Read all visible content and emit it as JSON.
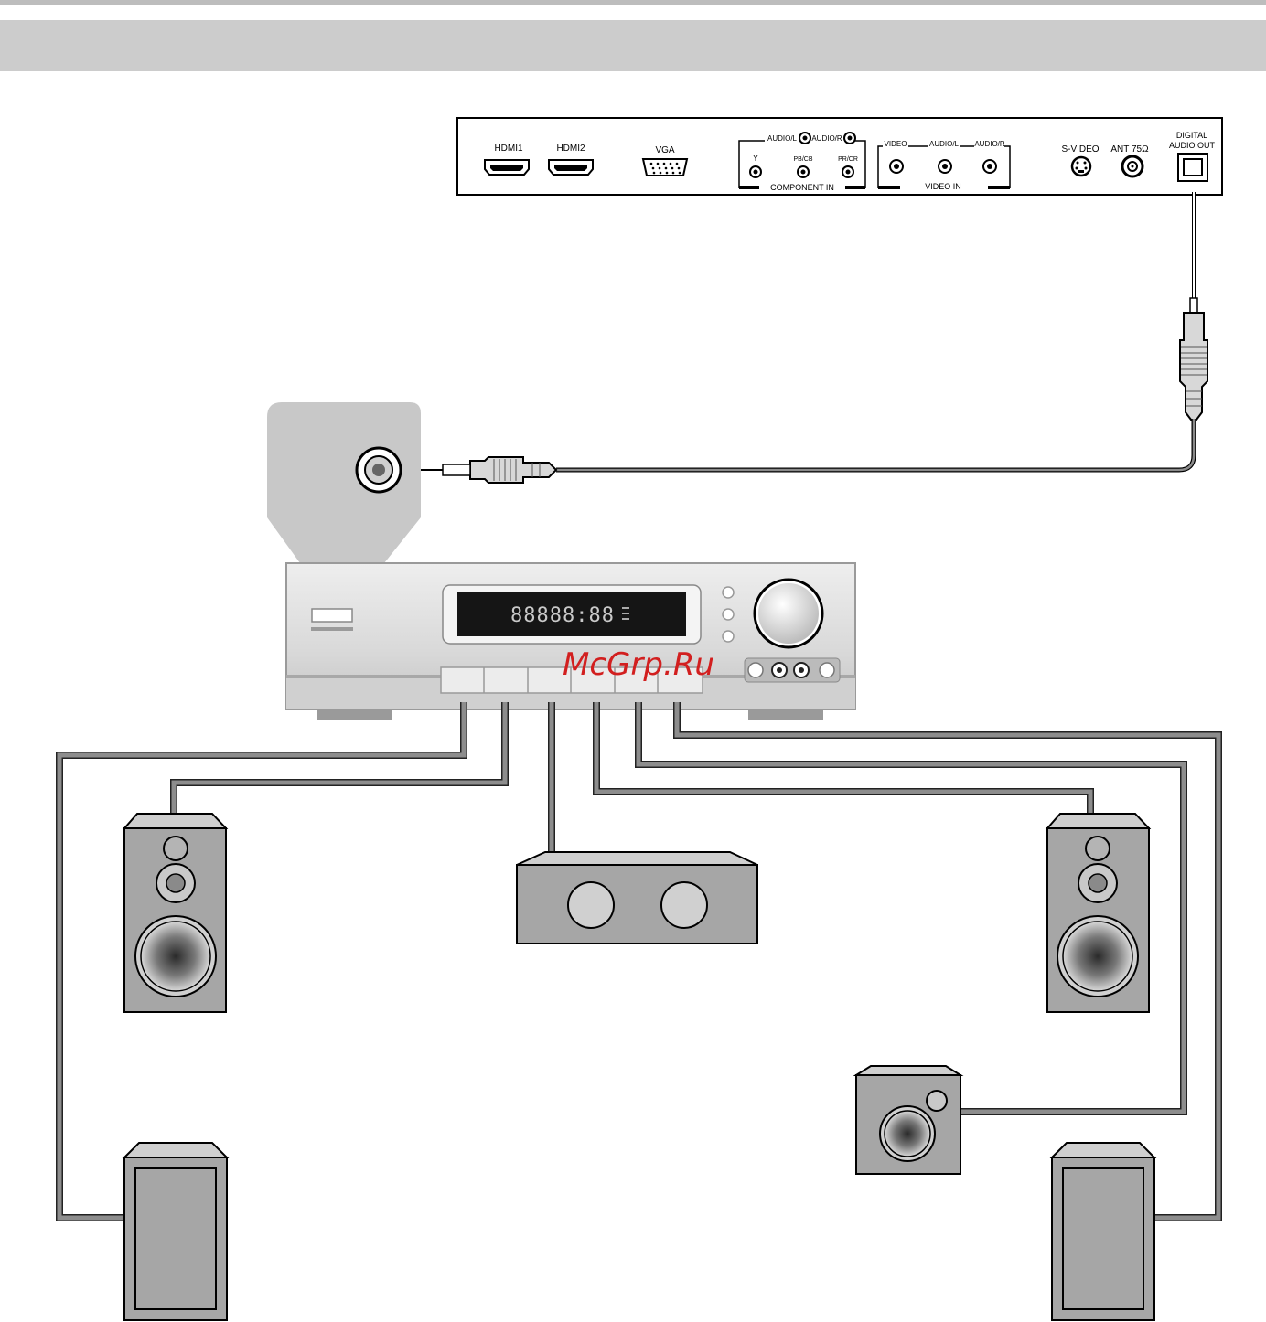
{
  "tv_panel": {
    "hdmi1": "HDMI1",
    "hdmi2": "HDMI2",
    "vga": "VGA",
    "component_audio_l": "AUDIO/L",
    "component_audio_r": "AUDIO/R",
    "component_y": "Y",
    "component_pb": "PB/CB",
    "component_pr": "PR/CR",
    "component_in": "COMPONENT IN",
    "video": "VIDEO",
    "video_audio_l": "AUDIO/L",
    "video_audio_r": "AUDIO/R",
    "video_in": "VIDEO IN",
    "svideo": "S-VIDEO",
    "ant": "ANT 75Ω",
    "digital_line1": "DIGITAL",
    "digital_line2": "AUDIO OUT"
  },
  "receiver": {
    "display_text": "88888:88"
  },
  "watermark": "McGrp.Ru",
  "colors": {
    "cable": "#6b6b6b",
    "header_band": "#cccccc",
    "watermark": "#d21f1f"
  }
}
